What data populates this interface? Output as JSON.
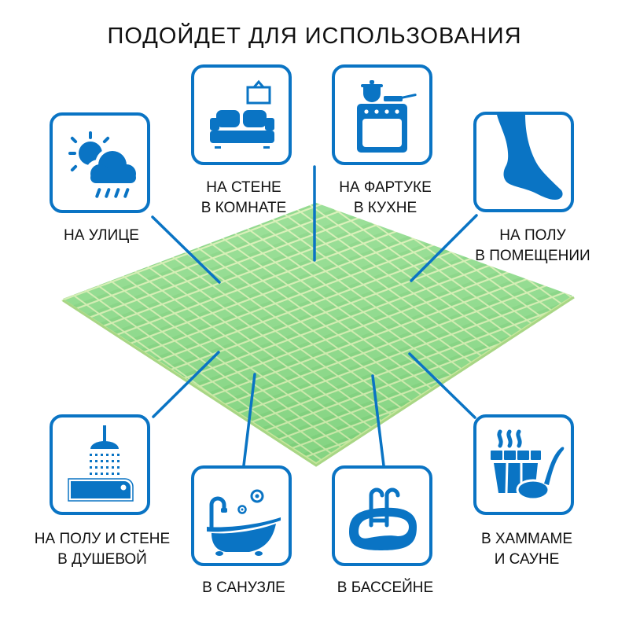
{
  "title": "ПОДОЙДЕТ ДЛЯ ИСПОЛЬЗОВАНИЯ",
  "colors": {
    "accent": "#0a74c4",
    "tile": "#8fdc8c",
    "tile_dark": "#6cc46a",
    "grout": "#d8efb0",
    "text": "#111111",
    "background": "#ffffff"
  },
  "usages": [
    {
      "id": "outdoor",
      "icon": "weather-sun-cloud-rain-icon",
      "lines": [
        "НА УЛИЦЕ"
      ]
    },
    {
      "id": "room-wall",
      "icon": "sofa-picture-icon",
      "lines": [
        "НА СТЕНЕ",
        "В КОМНАТЕ"
      ]
    },
    {
      "id": "kitchen-backsplash",
      "icon": "stove-pot-pan-icon",
      "lines": [
        "НА ФАРТУКЕ",
        "В КУХНЕ"
      ]
    },
    {
      "id": "indoor-floor",
      "icon": "foot-icon",
      "lines": [
        "НА ПОЛУ",
        "В ПОМЕЩЕНИИ"
      ]
    },
    {
      "id": "shower",
      "icon": "shower-tray-icon",
      "lines": [
        "НА ПОЛУ И СТЕНЕ",
        "В ДУШЕВОЙ"
      ]
    },
    {
      "id": "bathroom",
      "icon": "bathtub-icon",
      "lines": [
        "В САНУЗЛЕ"
      ]
    },
    {
      "id": "pool",
      "icon": "pool-ladder-icon",
      "lines": [
        "В БАССЕЙНЕ"
      ]
    },
    {
      "id": "sauna",
      "icon": "sauna-bucket-ladle-icon",
      "lines": [
        "В ХАММАМЕ",
        "И САУНЕ"
      ]
    }
  ],
  "product": {
    "name": "mosaic-sheet",
    "color": "light green",
    "grid": "20x20"
  }
}
